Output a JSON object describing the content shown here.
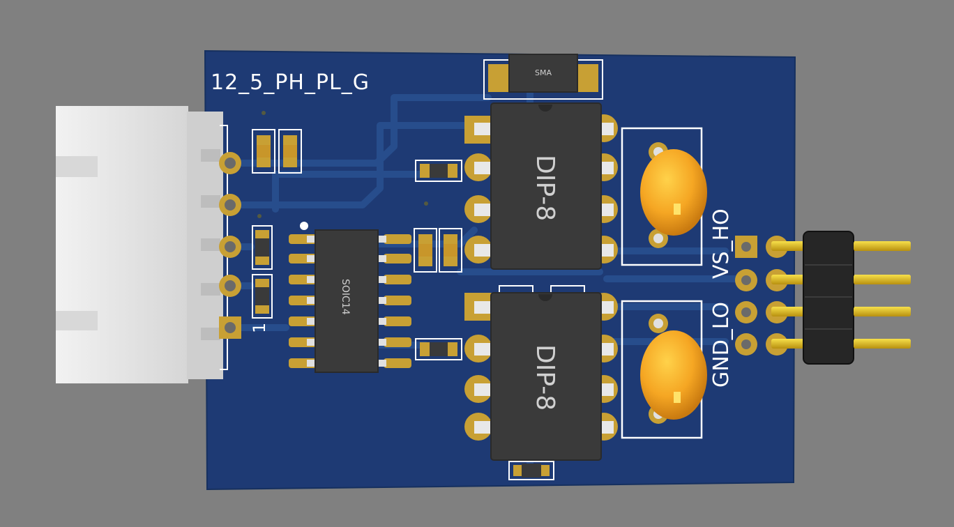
{
  "colors": {
    "background": "#808080",
    "pcb": "#1e3a74",
    "trace": "#264a8a",
    "copper_pad": "#c8a034",
    "silkscreen": "#ffffff",
    "ic_body": "#3a3a3a",
    "capacitor": "#f5a623",
    "header_pin": "#e8c020",
    "connector_body": "#e8e8e8"
  },
  "board": {
    "name": "12_5_PH_PL_G"
  },
  "components": {
    "diode": {
      "package": "SMA"
    },
    "soic": {
      "package": "SOIC14"
    },
    "dip_top": {
      "package": "DIP-8"
    },
    "dip_bottom": {
      "package": "DIP-8"
    },
    "connector": {
      "pin1_label": "1"
    }
  },
  "header_pins": [
    "HO",
    "VS",
    "LO",
    "GND"
  ],
  "header_label": {
    "top": "VS_HO",
    "bottom": "GND_LO"
  }
}
